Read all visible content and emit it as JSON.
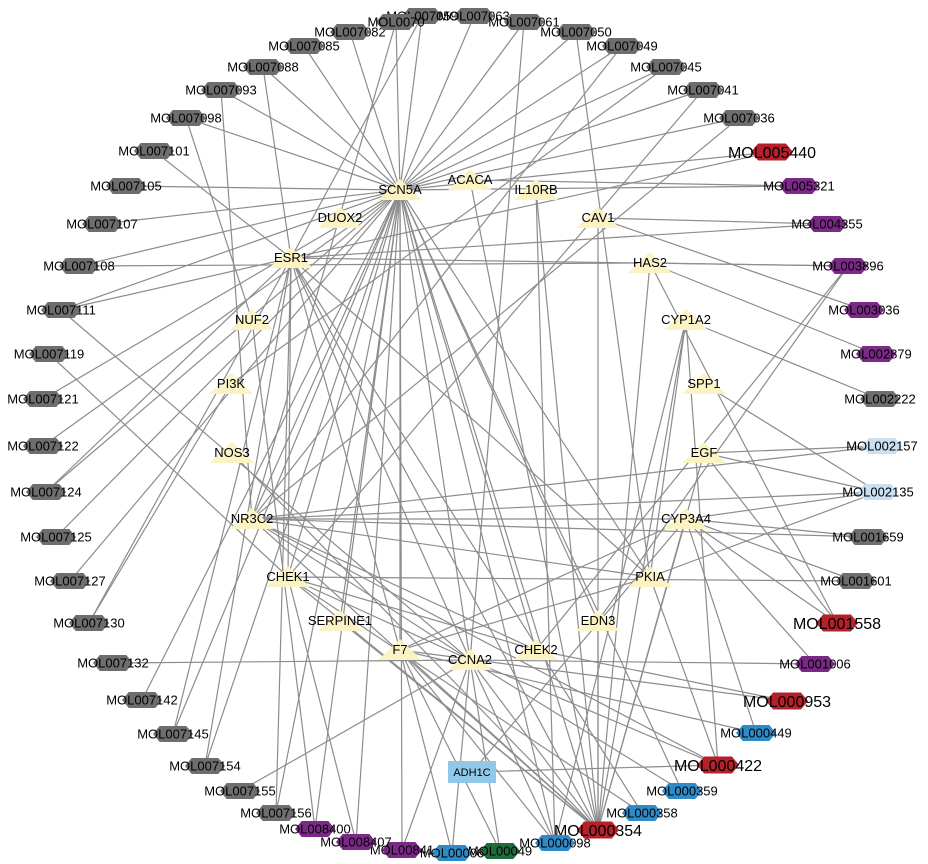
{
  "colors": {
    "edge": "#8c8c8c",
    "gray": "#6e6e6e",
    "red": "#b5202a",
    "purple": "#7a2a86",
    "blue": "#2e8bc7",
    "lightblue": "#c9dff2",
    "green": "#1f6b3c",
    "target": "#fbf3c3",
    "adh": "#8fc8e8"
  },
  "compounds": [
    {
      "id": "MOL007059",
      "label": "MOL007059",
      "color": "gray",
      "big": false
    },
    {
      "id": "MOL007063",
      "label": "MOL007063",
      "color": "gray",
      "big": false
    },
    {
      "id": "MOL007061",
      "label": "MOL007061",
      "color": "gray",
      "big": false
    },
    {
      "id": "MOL007050",
      "label": "MOL007050",
      "color": "gray",
      "big": false
    },
    {
      "id": "MOL007049",
      "label": "MOL007049",
      "color": "gray",
      "big": false
    },
    {
      "id": "MOL007045",
      "label": "MOL007045",
      "color": "gray",
      "big": false
    },
    {
      "id": "MOL007041",
      "label": "MOL007041",
      "color": "gray",
      "big": false
    },
    {
      "id": "MOL007036",
      "label": "MOL007036",
      "color": "gray",
      "big": false
    },
    {
      "id": "MOL005440",
      "label": "MOL005440",
      "color": "red",
      "big": true
    },
    {
      "id": "MOL005321",
      "label": "MOL005321",
      "color": "purple",
      "big": false
    },
    {
      "id": "MOL004355",
      "label": "MOL004355",
      "color": "purple",
      "big": false
    },
    {
      "id": "MOL003896",
      "label": "MOL003896",
      "color": "purple",
      "big": false
    },
    {
      "id": "MOL003036",
      "label": "MOL003036",
      "color": "purple",
      "big": false
    },
    {
      "id": "MOL002879",
      "label": "MOL002879",
      "color": "purple",
      "big": false
    },
    {
      "id": "MOL002222",
      "label": "MOL002222",
      "color": "gray",
      "big": false
    },
    {
      "id": "MOL002157",
      "label": "MOL002157",
      "color": "lightblue",
      "big": false
    },
    {
      "id": "MOL002135",
      "label": "MOL002135",
      "color": "lightblue",
      "big": false
    },
    {
      "id": "MOL001659",
      "label": "MOL001659",
      "color": "gray",
      "big": false
    },
    {
      "id": "MOL001601",
      "label": "MOL001601",
      "color": "gray",
      "big": false
    },
    {
      "id": "MOL001558",
      "label": "MOL001558",
      "color": "red",
      "big": true
    },
    {
      "id": "MOL001006",
      "label": "MOL001006",
      "color": "purple",
      "big": false
    },
    {
      "id": "MOL000953",
      "label": "MOL000953",
      "color": "red",
      "big": true
    },
    {
      "id": "MOL000449",
      "label": "MOL000449",
      "color": "blue",
      "big": false
    },
    {
      "id": "MOL000422",
      "label": "MOL000422",
      "color": "red",
      "big": true
    },
    {
      "id": "MOL000359",
      "label": "MOL000359",
      "color": "blue",
      "big": false
    },
    {
      "id": "MOL000358",
      "label": "MOL000358",
      "color": "blue",
      "big": false
    },
    {
      "id": "MOL000354",
      "label": "MOL000354",
      "color": "red",
      "big": true
    },
    {
      "id": "MOL000098",
      "label": "MOL000098",
      "color": "blue",
      "big": false
    },
    {
      "id": "MOL000049",
      "label": "MOL00049",
      "color": "green",
      "big": false
    },
    {
      "id": "MOL000006",
      "label": "MOL00006",
      "color": "blue",
      "big": false
    },
    {
      "id": "MOL008411",
      "label": "MOL00841",
      "color": "purple",
      "big": false
    },
    {
      "id": "MOL008407",
      "label": "MOL008407",
      "color": "purple",
      "big": false
    },
    {
      "id": "MOL008400",
      "label": "MOL008400",
      "color": "purple",
      "big": false
    },
    {
      "id": "MOL007156",
      "label": "MOL007156",
      "color": "gray",
      "big": false
    },
    {
      "id": "MOL007155",
      "label": "MOL007155",
      "color": "gray",
      "big": false
    },
    {
      "id": "MOL007154",
      "label": "MOL007154",
      "color": "gray",
      "big": false
    },
    {
      "id": "MOL007145",
      "label": "MOL007145",
      "color": "gray",
      "big": false
    },
    {
      "id": "MOL007142",
      "label": "MOL007142",
      "color": "gray",
      "big": false
    },
    {
      "id": "MOL007132",
      "label": "MOL007132",
      "color": "gray",
      "big": false
    },
    {
      "id": "MOL007130",
      "label": "MOL007130",
      "color": "gray",
      "big": false
    },
    {
      "id": "MOL007127",
      "label": "MOL007127",
      "color": "gray",
      "big": false
    },
    {
      "id": "MOL007125",
      "label": "MOL007125",
      "color": "gray",
      "big": false
    },
    {
      "id": "MOL007124",
      "label": "MOL007124",
      "color": "gray",
      "big": false
    },
    {
      "id": "MOL007122",
      "label": "MOL007122",
      "color": "gray",
      "big": false
    },
    {
      "id": "MOL007121",
      "label": "MOL007121",
      "color": "gray",
      "big": false
    },
    {
      "id": "MOL007119",
      "label": "MOL007119",
      "color": "gray",
      "big": false
    },
    {
      "id": "MOL007111",
      "label": "MOL007111",
      "color": "gray",
      "big": false
    },
    {
      "id": "MOL007108",
      "label": "MOL007108",
      "color": "gray",
      "big": false
    },
    {
      "id": "MOL007107",
      "label": "MOL007107",
      "color": "gray",
      "big": false
    },
    {
      "id": "MOL007105",
      "label": "MOL007105",
      "color": "gray",
      "big": false
    },
    {
      "id": "MOL007101",
      "label": "MOL007101",
      "color": "gray",
      "big": false
    },
    {
      "id": "MOL007098",
      "label": "MOL007098",
      "color": "gray",
      "big": false
    },
    {
      "id": "MOL007093",
      "label": "MOL007093",
      "color": "gray",
      "big": false
    },
    {
      "id": "MOL007088",
      "label": "MOL007088",
      "color": "gray",
      "big": false
    },
    {
      "id": "MOL007085",
      "label": "MOL007085",
      "color": "gray",
      "big": false
    },
    {
      "id": "MOL007082",
      "label": "MOL007082",
      "color": "gray",
      "big": false
    },
    {
      "id": "MOL007077",
      "label": "MOL0070",
      "color": "gray",
      "big": false
    }
  ],
  "targets": [
    {
      "id": "SCN5A",
      "label": "SCN5A"
    },
    {
      "id": "ACACA",
      "label": "ACACA"
    },
    {
      "id": "IL10RB",
      "label": "IL10RB"
    },
    {
      "id": "CAV1",
      "label": "CAV1"
    },
    {
      "id": "DUOX2",
      "label": "DUOX2"
    },
    {
      "id": "ESR1",
      "label": "ESR1"
    },
    {
      "id": "HAS2",
      "label": "HAS2"
    },
    {
      "id": "NUF2",
      "label": "NUF2"
    },
    {
      "id": "CYP1A2",
      "label": "CYP1A2"
    },
    {
      "id": "PI3K",
      "label": "PI3K"
    },
    {
      "id": "SPP1",
      "label": "SPP1"
    },
    {
      "id": "NOS3",
      "label": "NOS3"
    },
    {
      "id": "EGF",
      "label": "EGF"
    },
    {
      "id": "NR3C2",
      "label": "NR3C2"
    },
    {
      "id": "CYP3A4",
      "label": "CYP3A4"
    },
    {
      "id": "CHEK1",
      "label": "CHEK1"
    },
    {
      "id": "PKIA",
      "label": "PKIA"
    },
    {
      "id": "SERPINE1",
      "label": "SERPINE1"
    },
    {
      "id": "EDN3",
      "label": "EDN3"
    },
    {
      "id": "F7",
      "label": "F7"
    },
    {
      "id": "CCNA2",
      "label": "CCNA2"
    },
    {
      "id": "CHEK2",
      "label": "CHEK2"
    },
    {
      "id": "ADH1C",
      "label": "ADH1C"
    }
  ],
  "edges": [
    [
      "MOL007059",
      "SCN5A"
    ],
    [
      "MOL007059",
      "ESR1"
    ],
    [
      "MOL007063",
      "SCN5A"
    ],
    [
      "MOL007061",
      "SCN5A"
    ],
    [
      "MOL007061",
      "CCNA2"
    ],
    [
      "MOL007050",
      "SCN5A"
    ],
    [
      "MOL007050",
      "PKIA"
    ],
    [
      "MOL007049",
      "SCN5A"
    ],
    [
      "MOL007049",
      "NR3C2"
    ],
    [
      "MOL007045",
      "SCN5A"
    ],
    [
      "MOL007045",
      "PI3K"
    ],
    [
      "MOL007041",
      "SCN5A"
    ],
    [
      "MOL007041",
      "CHEK1"
    ],
    [
      "MOL007036",
      "SCN5A"
    ],
    [
      "MOL007036",
      "NR3C2"
    ],
    [
      "MOL005440",
      "SCN5A"
    ],
    [
      "MOL005440",
      "ESR1"
    ],
    [
      "MOL005321",
      "SCN5A"
    ],
    [
      "MOL005321",
      "ACACA"
    ],
    [
      "MOL004355",
      "CAV1"
    ],
    [
      "MOL004355",
      "ESR1"
    ],
    [
      "MOL003896",
      "ESR1"
    ],
    [
      "MOL003896",
      "CHEK2"
    ],
    [
      "MOL003896",
      "HAS2"
    ],
    [
      "MOL003896",
      "EDN3"
    ],
    [
      "MOL003036",
      "CAV1"
    ],
    [
      "MOL002879",
      "HAS2"
    ],
    [
      "MOL002222",
      "CYP1A2"
    ],
    [
      "MOL002157",
      "EGF"
    ],
    [
      "MOL002157",
      "NR3C2"
    ],
    [
      "MOL002135",
      "EGF"
    ],
    [
      "MOL002135",
      "CYP3A4"
    ],
    [
      "MOL002135",
      "NR3C2"
    ],
    [
      "MOL002135",
      "PKIA"
    ],
    [
      "MOL002135",
      "SPP1"
    ],
    [
      "MOL001659",
      "CYP3A4"
    ],
    [
      "MOL001659",
      "NR3C2"
    ],
    [
      "MOL001601",
      "CYP3A4"
    ],
    [
      "MOL001601",
      "CHEK1"
    ],
    [
      "MOL001558",
      "EGF"
    ],
    [
      "MOL001558",
      "CYP3A4"
    ],
    [
      "MOL001558",
      "HAS2"
    ],
    [
      "MOL001006",
      "CYP3A4"
    ],
    [
      "MOL001006",
      "CCNA2"
    ],
    [
      "MOL000953",
      "CHEK2"
    ],
    [
      "MOL000953",
      "F7"
    ],
    [
      "MOL000449",
      "CYP3A4"
    ],
    [
      "MOL000449",
      "F7"
    ],
    [
      "MOL000422",
      "NR3C2"
    ],
    [
      "MOL000422",
      "PKIA"
    ],
    [
      "MOL000422",
      "CCNA2"
    ],
    [
      "MOL000422",
      "CYP1A2"
    ],
    [
      "MOL000422",
      "ADH1C"
    ],
    [
      "MOL000359",
      "SCN5A"
    ],
    [
      "MOL000359",
      "CCNA2"
    ],
    [
      "MOL000358",
      "ESR1"
    ],
    [
      "MOL000358",
      "CHEK1"
    ],
    [
      "MOL000354",
      "SCN5A"
    ],
    [
      "MOL000354",
      "CCNA2"
    ],
    [
      "MOL000354",
      "CYP1A2"
    ],
    [
      "MOL000354",
      "CAV1"
    ],
    [
      "MOL000354",
      "IL10RB"
    ],
    [
      "MOL000354",
      "ACACA"
    ],
    [
      "MOL000354",
      "F7"
    ],
    [
      "MOL000354",
      "EDN3"
    ],
    [
      "MOL000354",
      "NR3C2"
    ],
    [
      "MOL000354",
      "ESR1"
    ],
    [
      "MOL000354",
      "CYP3A4"
    ],
    [
      "MOL000354",
      "EGF"
    ],
    [
      "MOL000354",
      "HAS2"
    ],
    [
      "MOL000354",
      "SERPINE1"
    ],
    [
      "MOL000354",
      "NOS3"
    ],
    [
      "MOL000354",
      "CHEK1"
    ],
    [
      "MOL000098",
      "SCN5A"
    ],
    [
      "MOL000098",
      "IL10RB"
    ],
    [
      "MOL000098",
      "F7"
    ],
    [
      "MOL000098",
      "CCNA2"
    ],
    [
      "MOL000098",
      "CYP1A2"
    ],
    [
      "MOL000049",
      "F7"
    ],
    [
      "MOL000049",
      "CCNA2"
    ],
    [
      "MOL000006",
      "F7"
    ],
    [
      "MOL000006",
      "CCNA2"
    ],
    [
      "MOL008411",
      "CCNA2"
    ],
    [
      "MOL008411",
      "SCN5A"
    ],
    [
      "MOL008407",
      "SCN5A"
    ],
    [
      "MOL008407",
      "CHEK1"
    ],
    [
      "MOL008400",
      "SCN5A"
    ],
    [
      "MOL008400",
      "NUF2"
    ],
    [
      "MOL007156",
      "ESR1"
    ],
    [
      "MOL007156",
      "SCN5A"
    ],
    [
      "MOL007155",
      "CCNA2"
    ],
    [
      "MOL007154",
      "SCN5A"
    ],
    [
      "MOL007154",
      "ESR1"
    ],
    [
      "MOL007145",
      "SCN5A"
    ],
    [
      "MOL007145",
      "ESR1"
    ],
    [
      "MOL007142",
      "SCN5A"
    ],
    [
      "MOL007132",
      "CCNA2"
    ],
    [
      "MOL007130",
      "ESR1"
    ],
    [
      "MOL007130",
      "PI3K"
    ],
    [
      "MOL007127",
      "SCN5A"
    ],
    [
      "MOL007125",
      "SCN5A"
    ],
    [
      "MOL007124",
      "SCN5A"
    ],
    [
      "MOL007124",
      "ESR1"
    ],
    [
      "MOL007122",
      "SCN5A"
    ],
    [
      "MOL007121",
      "SCN5A"
    ],
    [
      "MOL007119",
      "CHEK1"
    ],
    [
      "MOL007111",
      "SCN5A"
    ],
    [
      "MOL007111",
      "ESR1"
    ],
    [
      "MOL007111",
      "CCNA2"
    ],
    [
      "MOL007108",
      "SCN5A"
    ],
    [
      "MOL007108",
      "HAS2"
    ],
    [
      "MOL007107",
      "SCN5A"
    ],
    [
      "MOL007105",
      "SCN5A"
    ],
    [
      "MOL007101",
      "ESR1"
    ],
    [
      "MOL007098",
      "SCN5A"
    ],
    [
      "MOL007098",
      "NUF2"
    ],
    [
      "MOL007093",
      "SCN5A"
    ],
    [
      "MOL007093",
      "NR3C2"
    ],
    [
      "MOL007088",
      "SCN5A"
    ],
    [
      "MOL007088",
      "ESR1"
    ],
    [
      "MOL007085",
      "SCN5A"
    ],
    [
      "MOL007082",
      "SCN5A"
    ],
    [
      "MOL007077",
      "SCN5A"
    ],
    [
      "MOL007077",
      "NR3C2"
    ],
    [
      "SCN5A",
      "CHEK1"
    ],
    [
      "SCN5A",
      "CHEK2"
    ],
    [
      "SCN5A",
      "CCNA2"
    ],
    [
      "SCN5A",
      "F7"
    ],
    [
      "SCN5A",
      "NR3C2"
    ],
    [
      "SCN5A",
      "PKIA"
    ],
    [
      "SCN5A",
      "SERPINE1"
    ],
    [
      "SCN5A",
      "EDN3"
    ],
    [
      "ESR1",
      "CHEK1"
    ],
    [
      "ESR1",
      "F7"
    ],
    [
      "ESR1",
      "CCNA2"
    ],
    [
      "ESR1",
      "PKIA"
    ],
    [
      "NR3C2",
      "CCNA2"
    ],
    [
      "NR3C2",
      "CHEK2"
    ],
    [
      "NR3C2",
      "PKIA"
    ],
    [
      "NR3C2",
      "CYP3A4"
    ],
    [
      "CHEK1",
      "CCNA2"
    ],
    [
      "CHEK1",
      "CHEK2"
    ],
    [
      "CYP1A2",
      "PKIA"
    ],
    [
      "CYP3A4",
      "F7"
    ],
    [
      "CYP3A4",
      "ADH1C"
    ],
    [
      "PKIA",
      "F7"
    ]
  ]
}
